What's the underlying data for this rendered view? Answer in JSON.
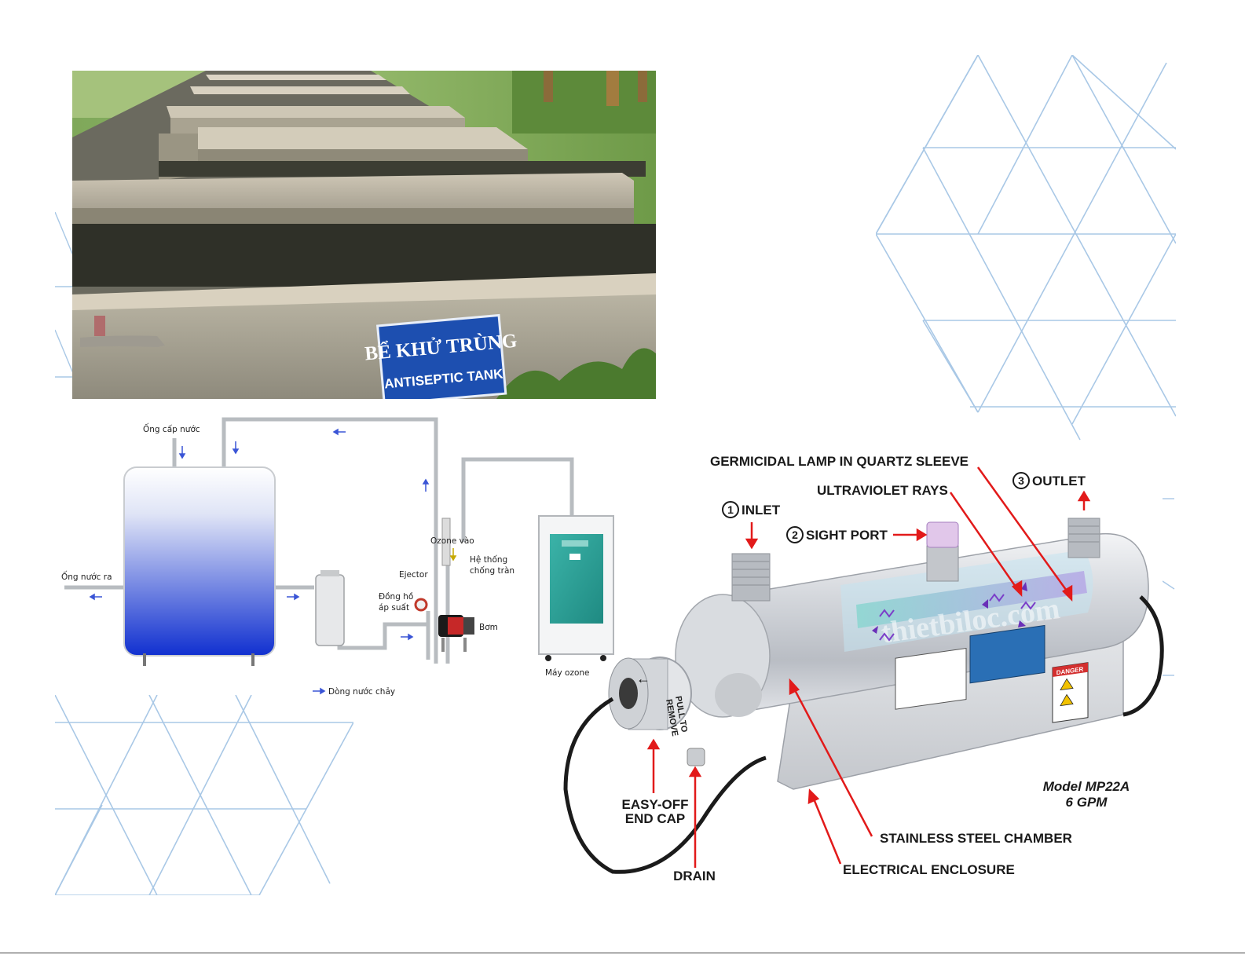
{
  "colors": {
    "pattern": "#a9c8e6",
    "pipe": "#b8bcc0",
    "tank_top": "#ffffff",
    "tank_bottom": "#1030d0",
    "arrow_flow": "#3a55d6",
    "arrow_red": "#e21a1a",
    "sign_blue": "#1d4fb0"
  },
  "photo": {
    "sign_line1": "BỂ KHỬ TRÙNG",
    "sign_line2": "ANTISEPTIC TANK"
  },
  "ozone_diagram": {
    "labels": {
      "supply_pipe": "Ống cấp nước",
      "outlet_pipe": "Ống nước ra",
      "ozone_in": "Ozone vào",
      "anti_overflow": [
        "Hệ thống",
        "chống tràn"
      ],
      "ejector": "Ejector",
      "pressure_gauge": [
        "Đồng hồ",
        "áp suất"
      ],
      "pump": "Bơm",
      "ozone_machine": "Máy ozone",
      "flow_legend": "Dòng nước chảy"
    }
  },
  "uv_sterilizer": {
    "labels": {
      "germicidal_lamp": "GERMICIDAL LAMP IN QUARTZ SLEEVE",
      "ultraviolet_rays": "ULTRAVIOLET RAYS",
      "outlet": "OUTLET",
      "outlet_num": "3",
      "inlet": "INLET",
      "inlet_num": "1",
      "sight_port": "SIGHT PORT",
      "sight_port_num": "2",
      "end_cap": [
        "EASY-OFF",
        "END CAP"
      ],
      "drain": "DRAIN",
      "chamber": "STAINLESS STEEL CHAMBER",
      "enclosure": "ELECTRICAL ENCLOSURE",
      "model": [
        "Model MP22A",
        "6 GPM"
      ],
      "danger": "DANGER",
      "cap_text": [
        "PULL TO",
        "REMOVE"
      ],
      "watermark": "thietbiloc.com"
    }
  }
}
